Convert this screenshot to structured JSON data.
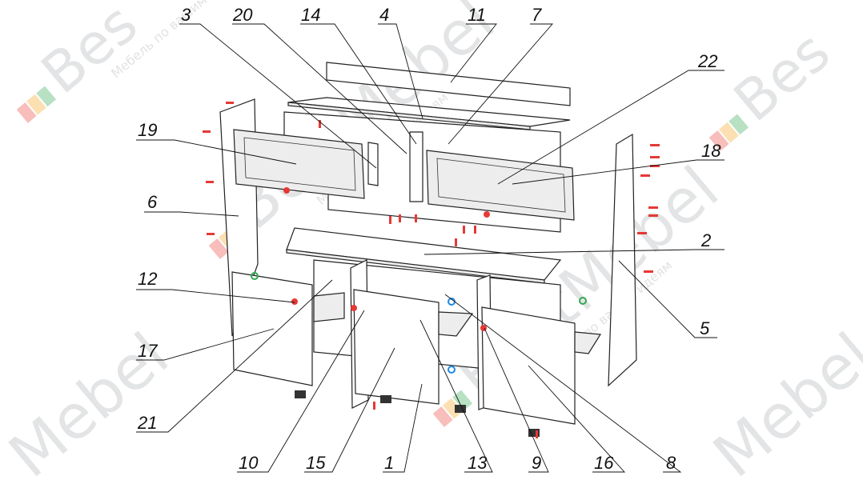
{
  "watermark": {
    "brand": "BestMebel",
    "tagline": "Мебель по вашим идеям",
    "brand_partial_left": "Bes",
    "brand_partial_right": "Mebel",
    "colors": [
      "#e8453c",
      "#f5a623",
      "#34a853",
      "#4285f4"
    ]
  },
  "callouts": [
    {
      "label": "3"
    },
    {
      "label": "20"
    },
    {
      "label": "14"
    },
    {
      "label": "4"
    },
    {
      "label": "11"
    },
    {
      "label": "7"
    },
    {
      "label": "22"
    },
    {
      "label": "19"
    },
    {
      "label": "18"
    },
    {
      "label": "6"
    },
    {
      "label": "2"
    },
    {
      "label": "12"
    },
    {
      "label": "5"
    },
    {
      "label": "17"
    },
    {
      "label": "21"
    },
    {
      "label": "10"
    },
    {
      "label": "15"
    },
    {
      "label": "1"
    },
    {
      "label": "13"
    },
    {
      "label": "9"
    },
    {
      "label": "16"
    },
    {
      "label": "8"
    }
  ]
}
